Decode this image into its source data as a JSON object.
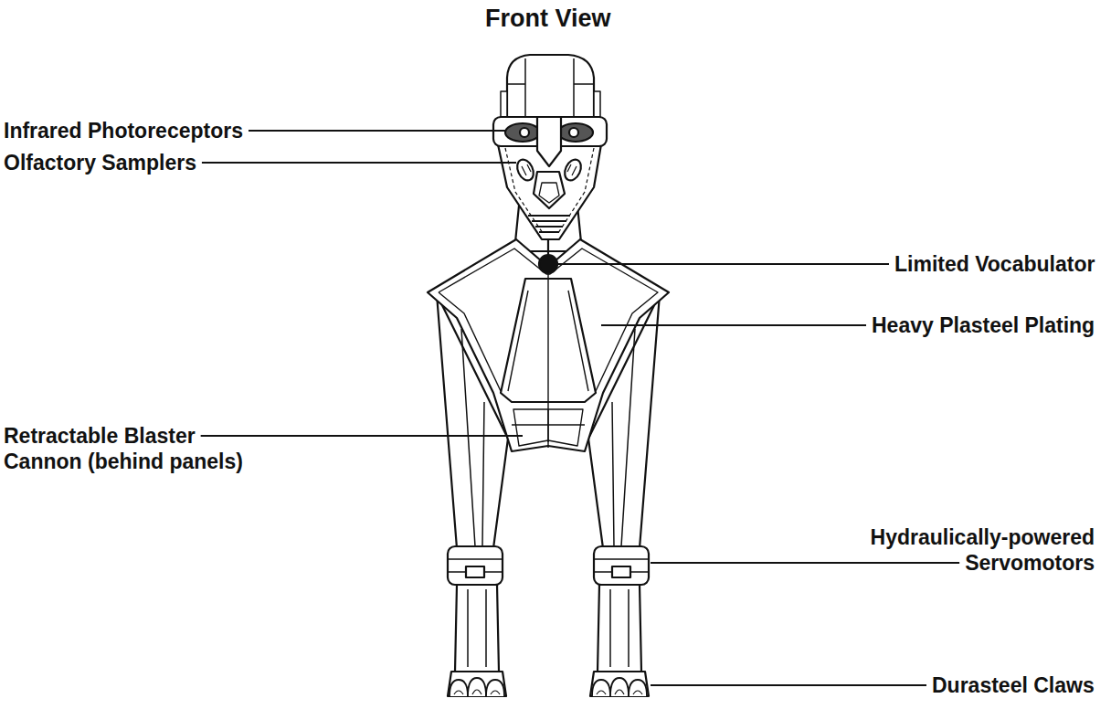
{
  "diagram": {
    "title": "Front View",
    "labels": [
      "Infrared Photoreceptors",
      "Olfactory Samplers",
      "Limited Vocabulator",
      "Heavy Plasteel Plating",
      "Retractable Blaster Cannon (behind panels)",
      "Hydraulically-powered Servomotors",
      "Durasteel Claws"
    ]
  }
}
